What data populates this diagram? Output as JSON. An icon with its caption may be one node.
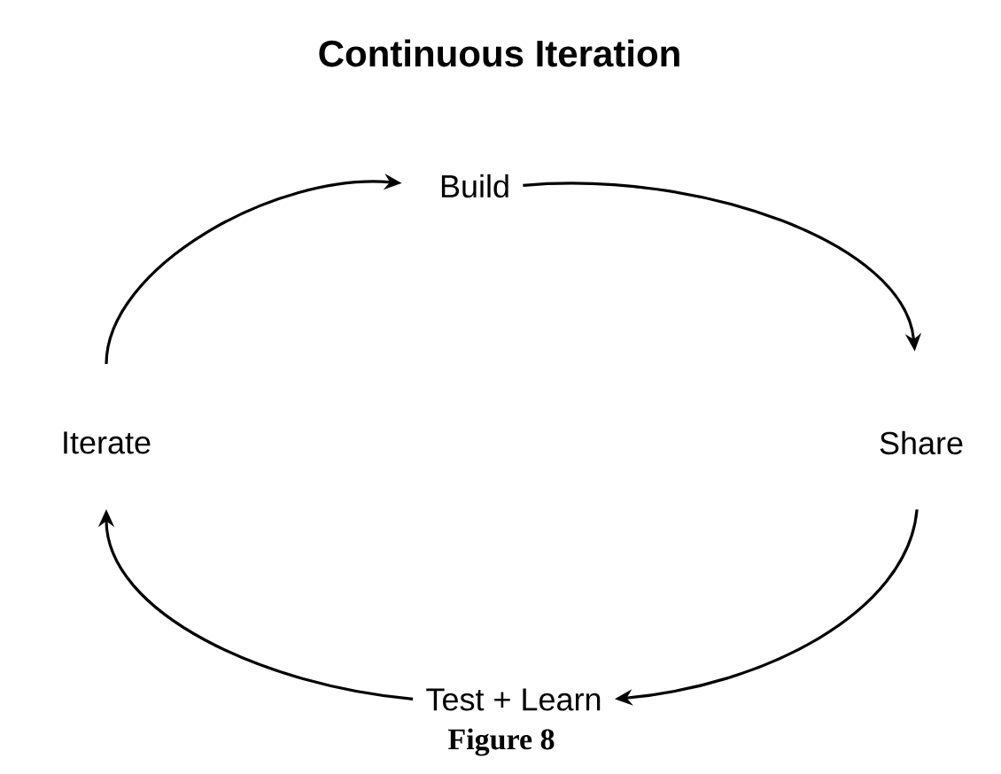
{
  "diagram": {
    "title": "Continuous Iteration",
    "caption": "Figure 8",
    "nodes": [
      {
        "text": [
          "Build"
        ]
      },
      {
        "text": [
          "Share"
        ]
      },
      {
        "text": [
          "Test + Learn"
        ]
      },
      {
        "text": [
          "Iterate"
        ]
      }
    ],
    "edges": [
      {
        "from": 0,
        "to": 1,
        "arrow": "to"
      },
      {
        "from": 1,
        "to": 2,
        "arrow": "to"
      },
      {
        "from": 2,
        "to": 3,
        "arrow": "to"
      },
      {
        "from": 3,
        "to": 0,
        "arrow": "to"
      }
    ]
  }
}
